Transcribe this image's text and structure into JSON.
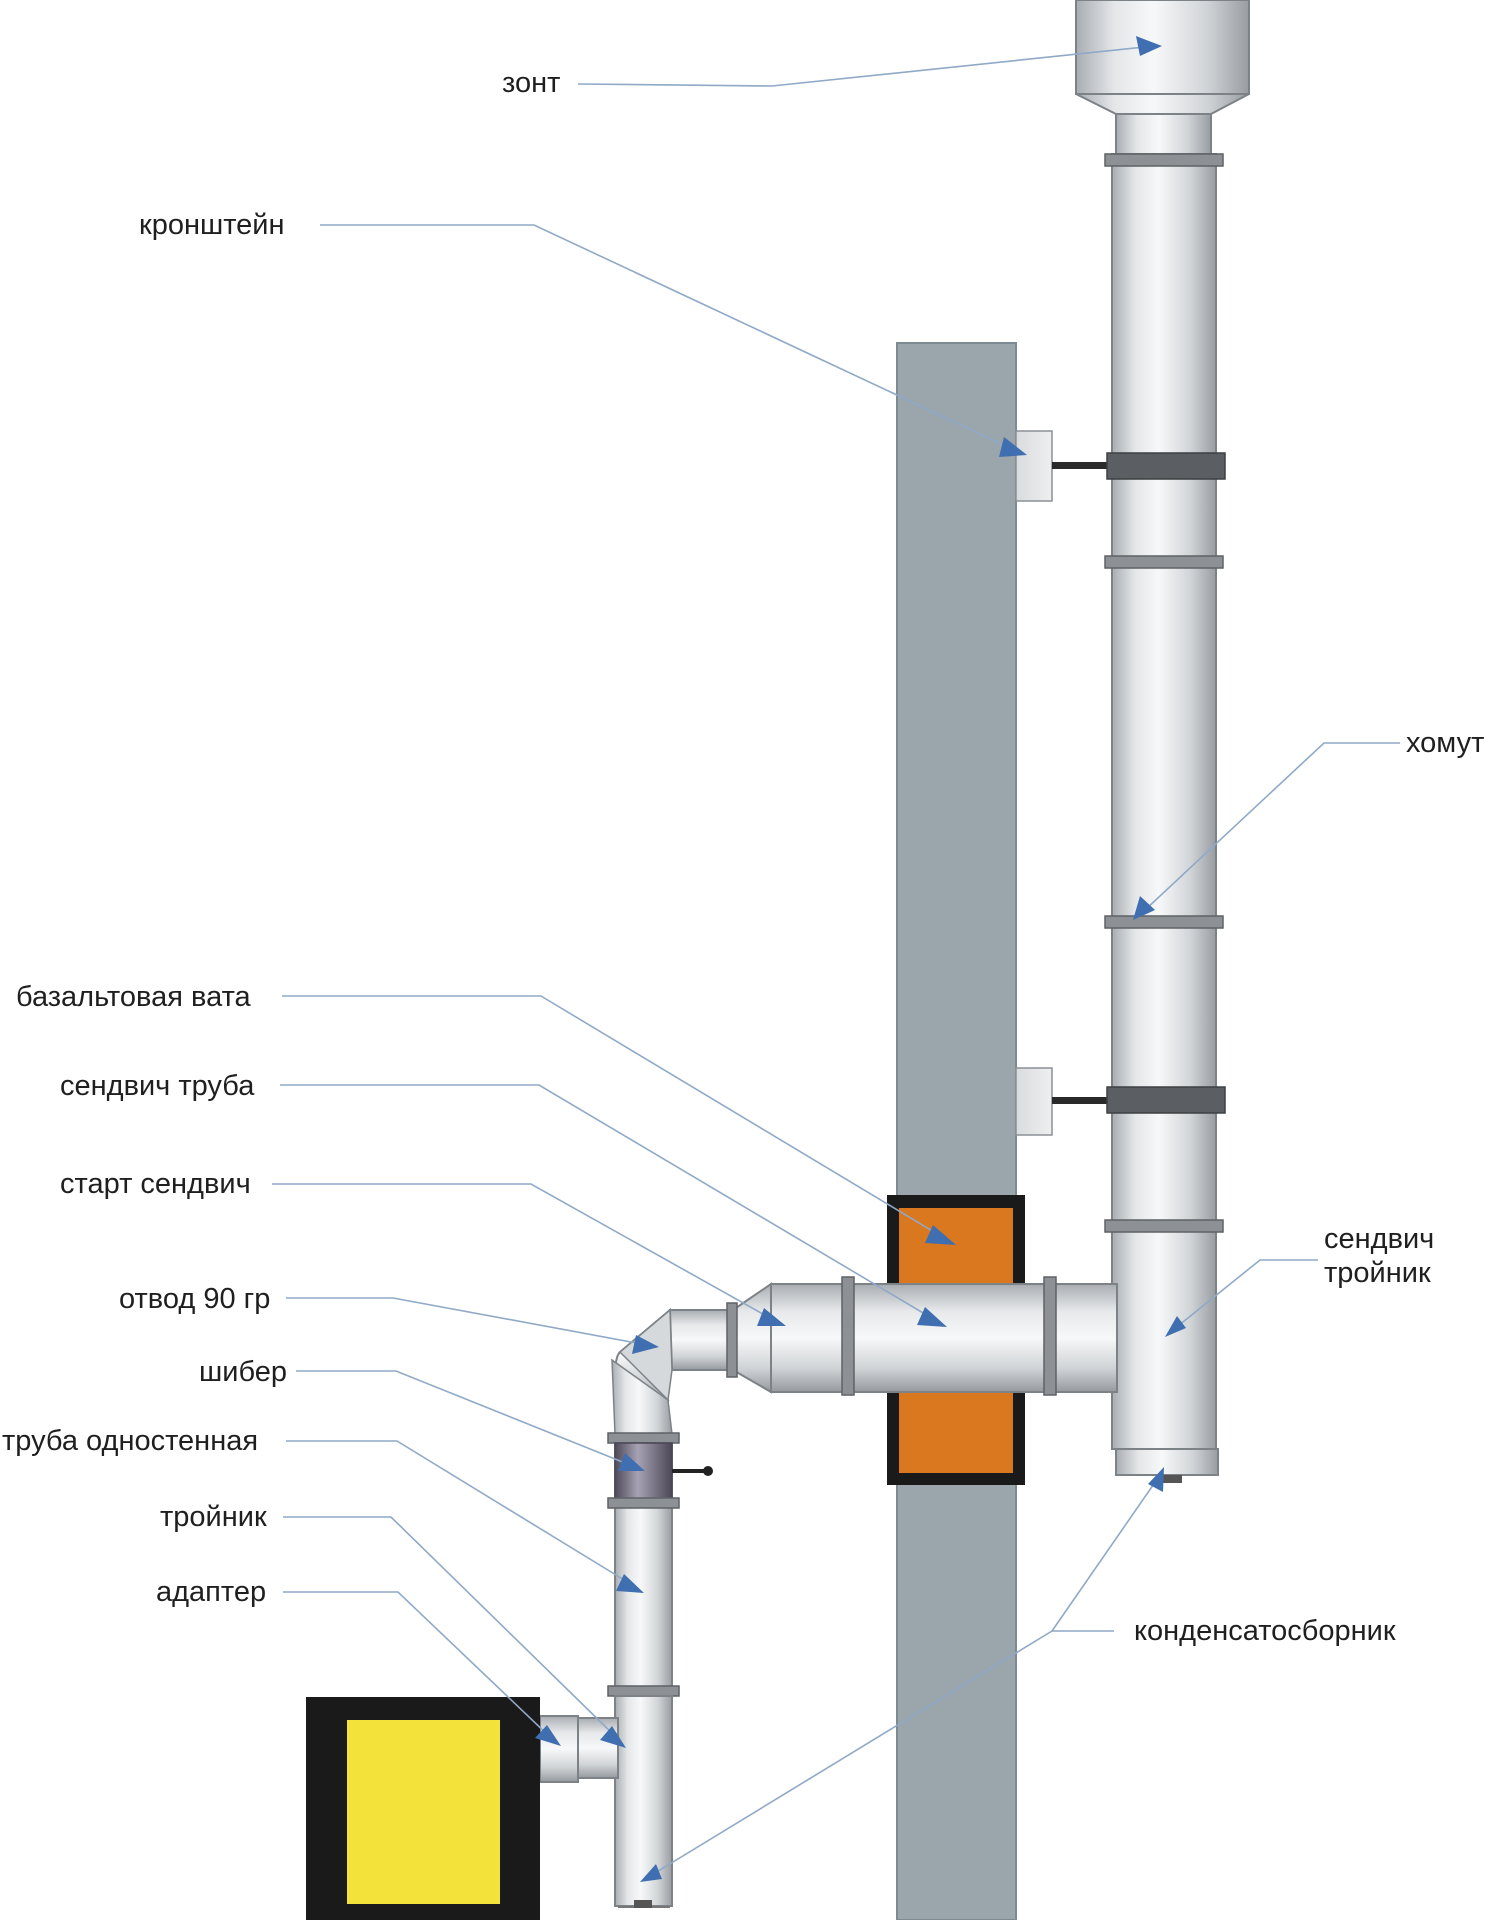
{
  "labels": {
    "umbrella": "зонт",
    "bracket": "кронштейн",
    "clamp": "хомут",
    "basalt_wool": "базальтовая вата",
    "sandwich_pipe": "сендвич труба",
    "start_sandwich": "старт сендвич",
    "elbow_90": "отвод 90 гр",
    "sandwich_tee_line1": "сендвич",
    "sandwich_tee_line2": "тройник",
    "damper": "шибер",
    "single_wall_pipe": "труба одностенная",
    "tee": "тройник",
    "adapter": "адаптер",
    "condensate_collector": "конденсатосборник"
  },
  "colors": {
    "wall": "#9aa5ac",
    "wall_edge": "#7e8a92",
    "insulation": "#d9781e",
    "frame": "#1a1a1a",
    "stove_body": "#1a1a1a",
    "stove_window": "#f2e23a",
    "pipe_light": "#f4f5f6",
    "pipe_mid": "#c9ccd0",
    "pipe_dark": "#9ea3a8",
    "leader": "#8fa9c7",
    "arrow": "#3f6fb0",
    "damper": "#6a6476"
  }
}
